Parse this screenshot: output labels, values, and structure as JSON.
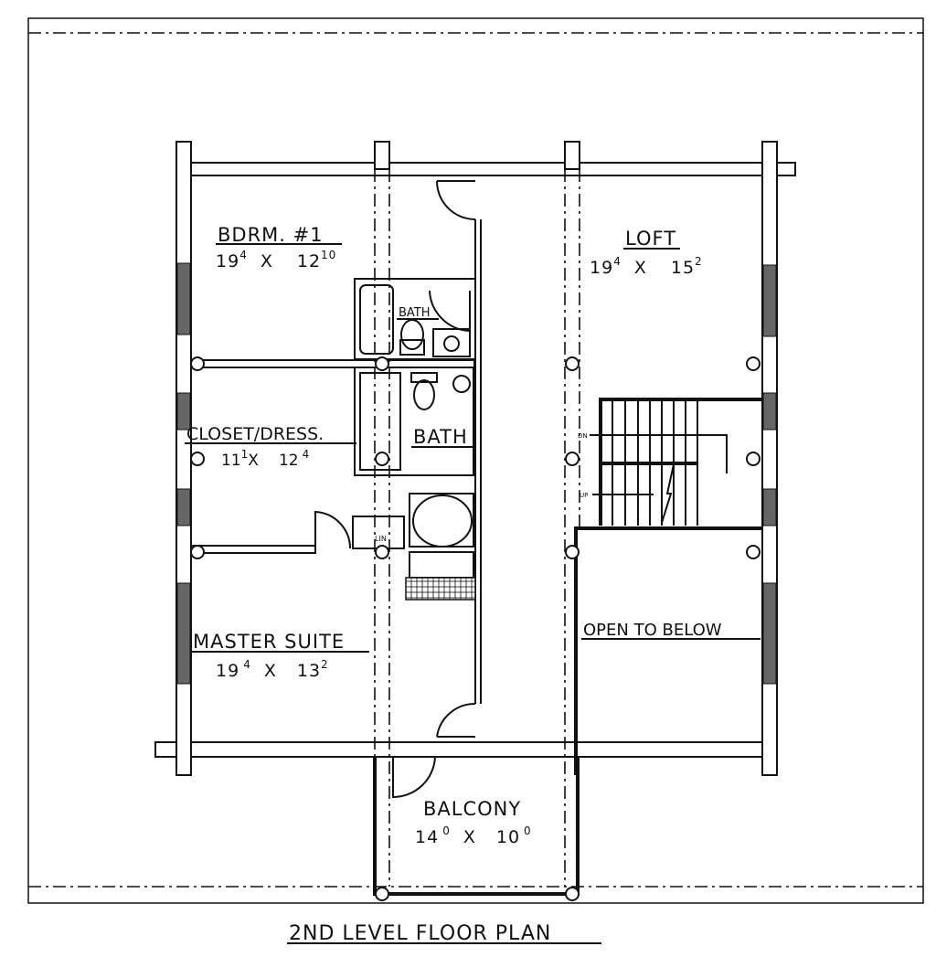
{
  "plan": {
    "title": "2ND LEVEL FLOOR PLAN",
    "rooms": [
      {
        "name": "BDRM. #1",
        "w": "19",
        "w_in": "4",
        "sep": "X",
        "d": "12",
        "d_in": "10"
      },
      {
        "name": "LOFT",
        "w": "19",
        "w_in": "4",
        "sep": "X",
        "d": "15",
        "d_in": "2"
      },
      {
        "name": "CLOSET/DRESS.",
        "w": "11",
        "w_in": "1",
        "sep": "X",
        "d": "12",
        "d_in": "4"
      },
      {
        "name": "MASTER SUITE",
        "w": "19",
        "w_in": "4",
        "sep": "X",
        "d": "13",
        "d_in": "2"
      },
      {
        "name": "BALCONY",
        "w": "14",
        "w_in": "0",
        "sep": "X",
        "d": "10",
        "d_in": "0"
      }
    ],
    "small_labels": {
      "bath_upper": "BATH",
      "bath_lower": "BATH",
      "open_to_below": "OPEN TO BELOW",
      "stair_dn": "DN",
      "stair_up": "UP",
      "linen": "LIN"
    }
  }
}
